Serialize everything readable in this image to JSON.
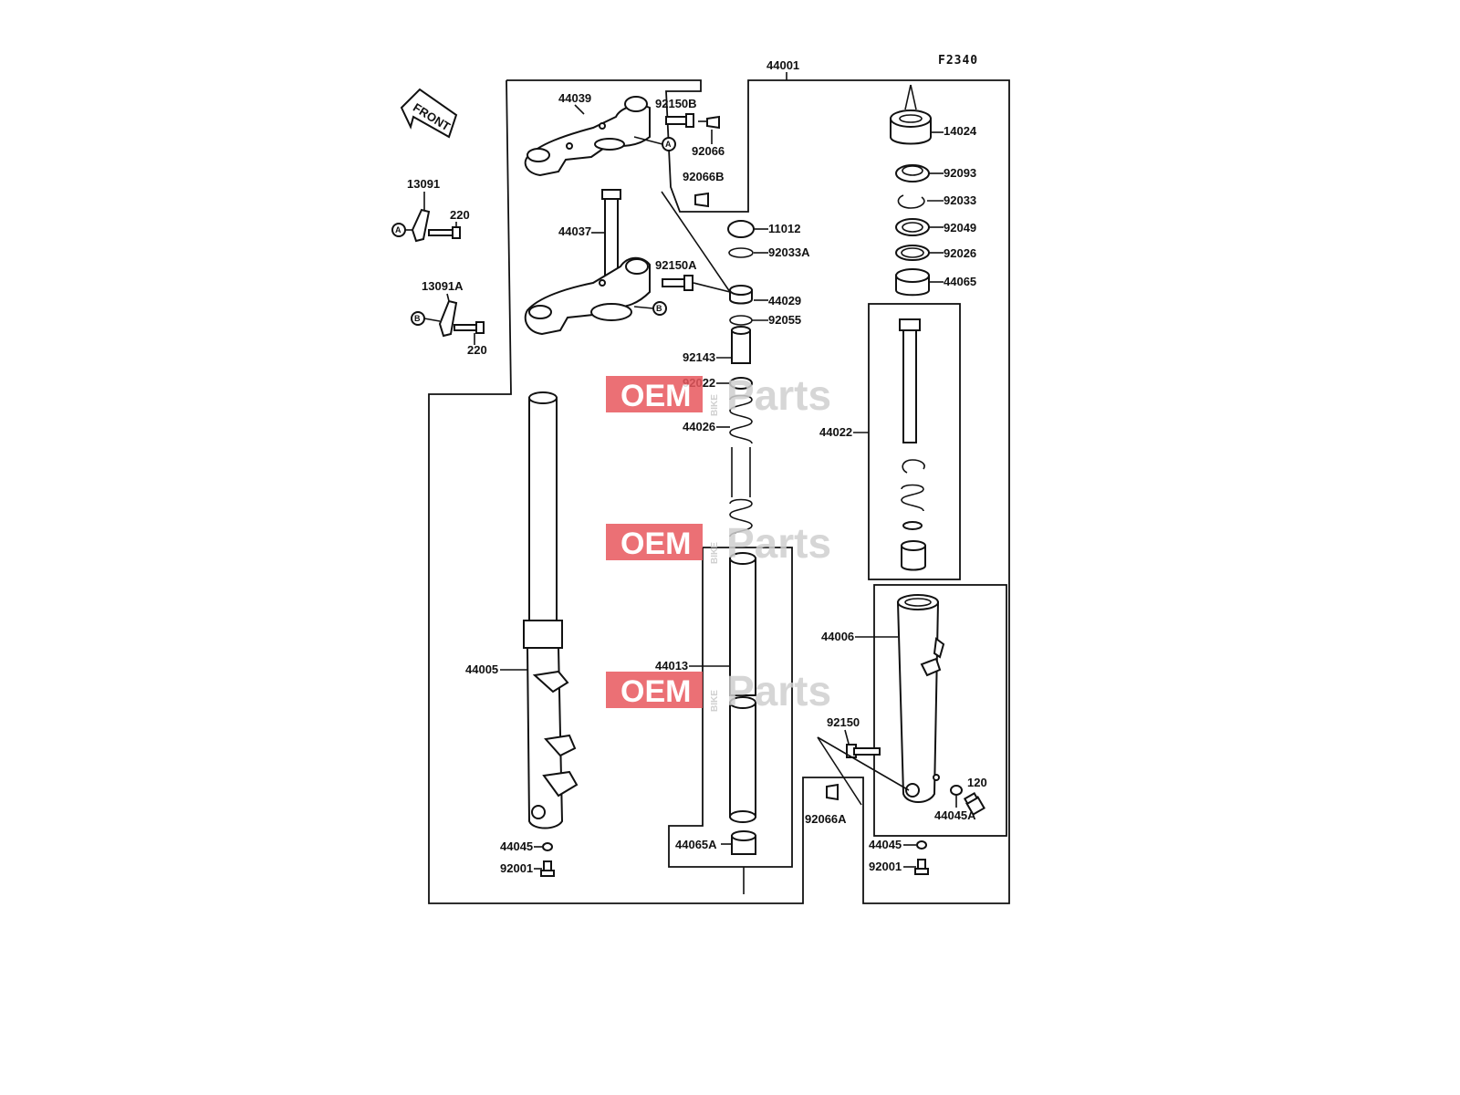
{
  "diagram": {
    "code": "F2340",
    "front_label": "FRONT",
    "callouts": [
      "A",
      "B"
    ],
    "parts": {
      "p44001": "44001",
      "p44039": "44039",
      "p92150B": "92150B",
      "p92066": "92066",
      "p92066B": "92066B",
      "p13091": "13091",
      "p220a": "220",
      "p13091A": "13091A",
      "p220b": "220",
      "p44037": "44037",
      "p92150A": "92150A",
      "p11012": "11012",
      "p92033A": "92033A",
      "p44029": "44029",
      "p92055": "92055",
      "p92143": "92143",
      "p92022": "92022",
      "p44026": "44026",
      "p14024": "14024",
      "p92093": "92093",
      "p92033": "92033",
      "p92049": "92049",
      "p92026": "92026",
      "p44065": "44065",
      "p44022": "44022",
      "p44005": "44005",
      "p44013": "44013",
      "p44006": "44006",
      "p92150": "92150",
      "p120": "120",
      "p44045A": "44045A",
      "p92066A": "92066A",
      "p44045a": "44045",
      "p92001a": "92001",
      "p44065A": "44065A",
      "p44045b": "44045",
      "p92001b": "92001"
    }
  },
  "watermark": {
    "oem": "OEM",
    "bike": "BIKE",
    "parts": "Parts",
    "oem_color": "#e8585e",
    "parts_color": "#cfcfcf"
  }
}
